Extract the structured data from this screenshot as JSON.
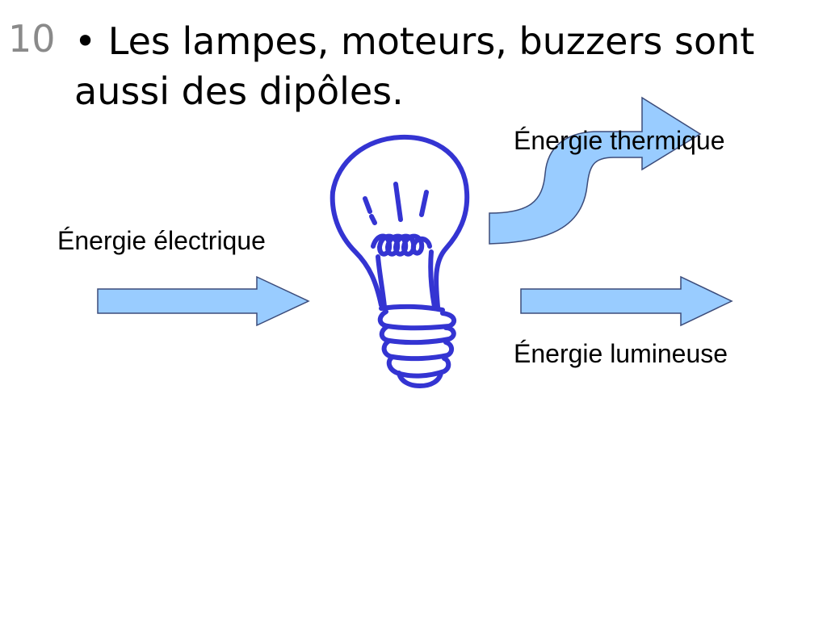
{
  "slide": {
    "number": "10",
    "bullet": "•",
    "text_line1": "Les lampes, moteurs, buzzers sont",
    "text_line2": "aussi des dipôles."
  },
  "labels": {
    "input": "Énergie électrique",
    "output_thermal": "Énergie thermique",
    "output_light": "Énergie lumineuse"
  },
  "colors": {
    "arrow_fill": "#99ccff",
    "arrow_stroke": "#3c4c7a",
    "bulb_stroke": "#3434d2"
  },
  "icons": {
    "bulb": "light-bulb-icon"
  }
}
